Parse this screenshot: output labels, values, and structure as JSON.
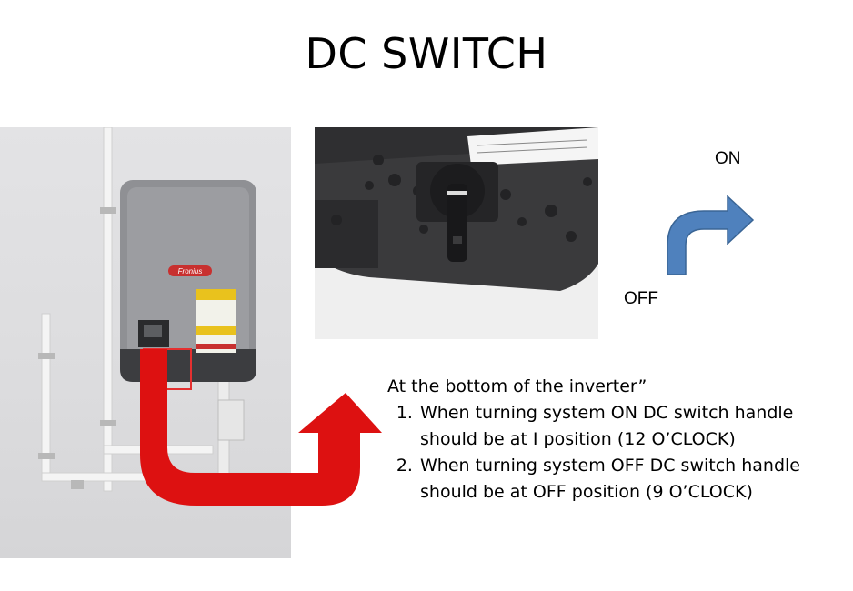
{
  "slide": {
    "title": "DC SWITCH",
    "labels": {
      "on": "ON",
      "off": "OFF"
    },
    "left_photo": {
      "brand_label": "Fronius"
    },
    "instructions": {
      "intro": "At the bottom of the inverter”",
      "items": [
        "When turning system ON DC switch handle should be at I position (12 O’CLOCK)",
        "When turning system OFF DC switch handle should be at OFF position (9 O’CLOCK)"
      ]
    }
  },
  "colors": {
    "red_arrow": "#dd1111",
    "blue_arrow": "#4f81bd",
    "highlight_box": "#e53030",
    "inverter_body": "#8f9094"
  },
  "icons": {
    "red_arrow": "curved-arrow-right-up-icon",
    "blue_arrow": "curved-arrow-up-right-icon"
  }
}
